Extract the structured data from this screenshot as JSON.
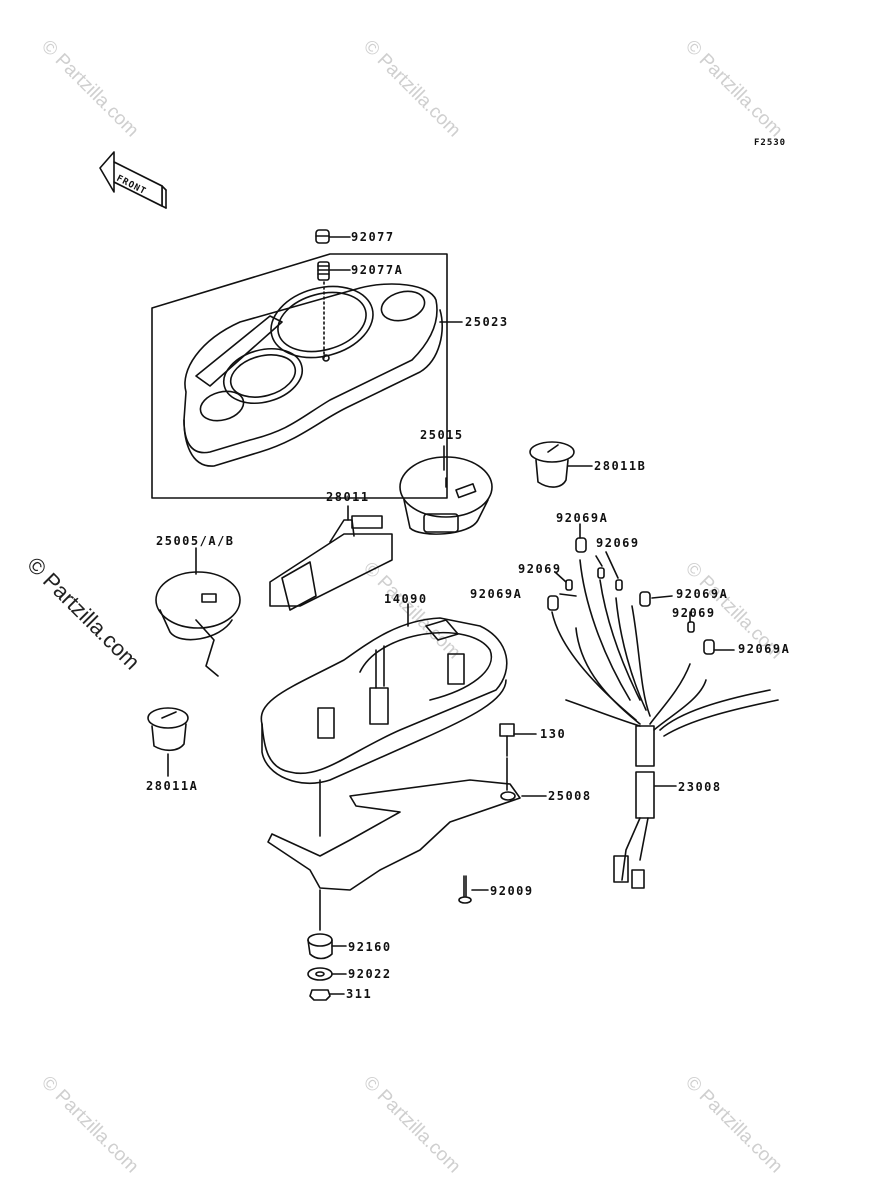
{
  "figure_code": "F2530",
  "front_label": "FRONT",
  "watermark_text": "© Partzilla.com",
  "side_watermark_text": "© Partzilla.com",
  "parts": [
    {
      "id": "p92077",
      "label": "92077"
    },
    {
      "id": "p92077A",
      "label": "92077A"
    },
    {
      "id": "p25023",
      "label": "25023"
    },
    {
      "id": "p25015",
      "label": "25015"
    },
    {
      "id": "p28011B",
      "label": "28011B"
    },
    {
      "id": "p28011",
      "label": "28011"
    },
    {
      "id": "p25005",
      "label": "25005/A/B"
    },
    {
      "id": "p92069A_1",
      "label": "92069A"
    },
    {
      "id": "p92069_1",
      "label": "92069"
    },
    {
      "id": "p92069_2",
      "label": "92069"
    },
    {
      "id": "p92069A_2",
      "label": "92069A"
    },
    {
      "id": "p92069A_3",
      "label": "92069A"
    },
    {
      "id": "p92069_3",
      "label": "92069"
    },
    {
      "id": "p92069A_4",
      "label": "92069A"
    },
    {
      "id": "p14090",
      "label": "14090"
    },
    {
      "id": "p130",
      "label": "130"
    },
    {
      "id": "p25008",
      "label": "25008"
    },
    {
      "id": "p23008",
      "label": "23008"
    },
    {
      "id": "p28011A",
      "label": "28011A"
    },
    {
      "id": "p92009",
      "label": "92009"
    },
    {
      "id": "p92160",
      "label": "92160"
    },
    {
      "id": "p92022",
      "label": "92022"
    },
    {
      "id": "p311",
      "label": "311"
    }
  ],
  "colors": {
    "ink": "#111111",
    "watermark": "#cfcfcf",
    "background": "#ffffff"
  }
}
